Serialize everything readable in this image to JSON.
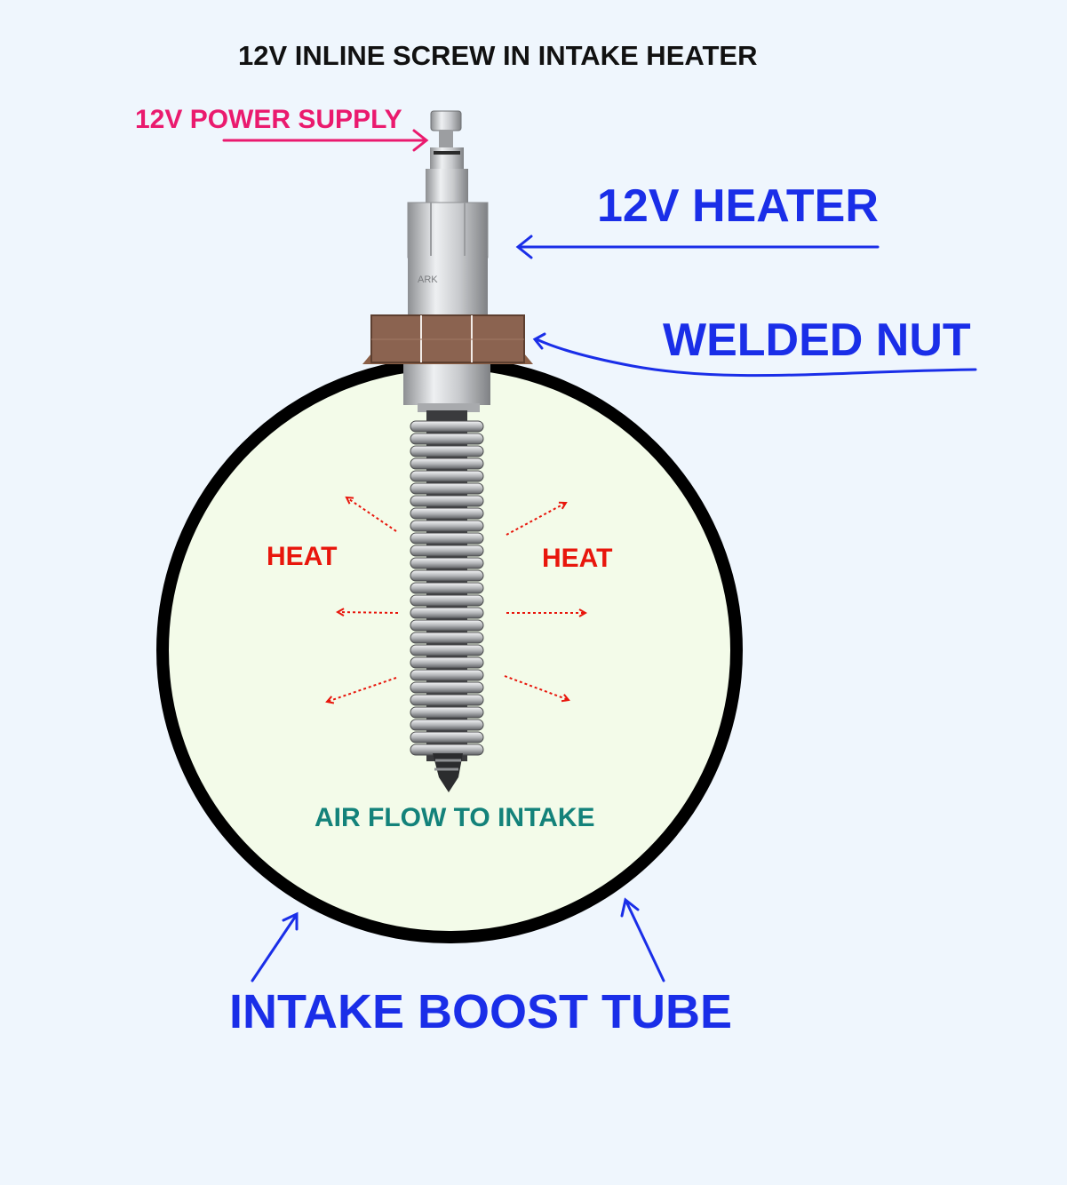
{
  "title": "12V INLINE SCREW IN INTAKE HEATER",
  "labels": {
    "power_supply": "12V POWER SUPPLY",
    "heater": "12V HEATER",
    "welded_nut": "WELDED NUT",
    "heat_left": "HEAT",
    "heat_right": "HEAT",
    "air_flow": "AIR FLOW TO INTAKE",
    "intake_tube": "INTAKE BOOST TUBE"
  },
  "colors": {
    "background": "#eff6fd",
    "tube_interior": "#f3fbe9",
    "tube_wall": "#000000",
    "callout_blue": "#1a2ee8",
    "power_pink": "#ea1a6e",
    "heat_red": "#e8160c",
    "air_teal": "#13827a",
    "nut_brown": "#8b5f47"
  }
}
